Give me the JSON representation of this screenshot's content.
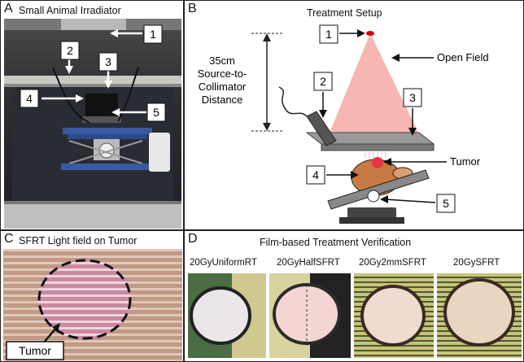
{
  "panelA": {
    "letter": "A",
    "title": "Small Animal Irradiator",
    "callouts": [
      "1",
      "2",
      "3",
      "4",
      "5"
    ]
  },
  "panelB": {
    "letter": "B",
    "title": "Treatment Setup",
    "distance_value": "35cm",
    "distance_line1": "Source-to-",
    "distance_line2": "Collimator",
    "distance_line3": "Distance",
    "open_field": "Open Field",
    "tumor": "Tumor",
    "callouts": [
      "1",
      "2",
      "3",
      "4",
      "5"
    ]
  },
  "panelC": {
    "letter": "C",
    "title": "SFRT Light field on Tumor",
    "tumor_label": "Tumor"
  },
  "panelD": {
    "letter": "D",
    "title": "Film-based Treatment Verification",
    "samples": [
      "20GyUniformRT",
      "20GyHalfSFRT",
      "20Gy2mmSFRT",
      "20GySFRT"
    ]
  },
  "colors": {
    "beam": "#f4a9a4",
    "source": "#d40000",
    "film_green": "#3f6a3a",
    "light_field": "#c98aa0"
  }
}
